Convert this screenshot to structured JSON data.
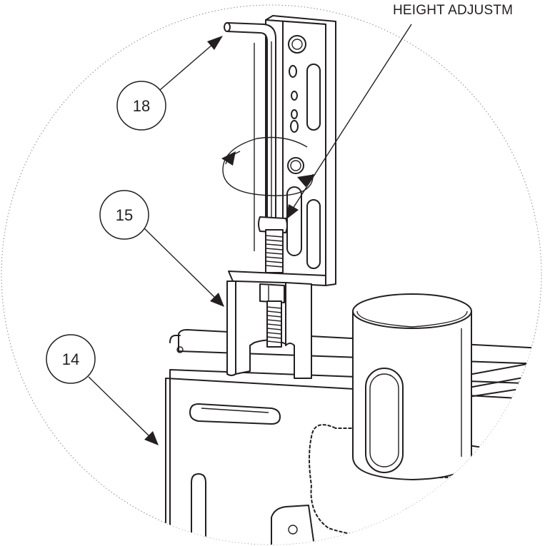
{
  "callouts": [
    {
      "id": "18",
      "label": "18"
    },
    {
      "id": "15",
      "label": "15"
    },
    {
      "id": "14",
      "label": "14"
    }
  ],
  "annotation": {
    "text": "HEIGHT ADJUSTM"
  },
  "colors": {
    "line": "#231f20",
    "paper": "#ffffff",
    "detail_circle": "#8a8a8a"
  }
}
